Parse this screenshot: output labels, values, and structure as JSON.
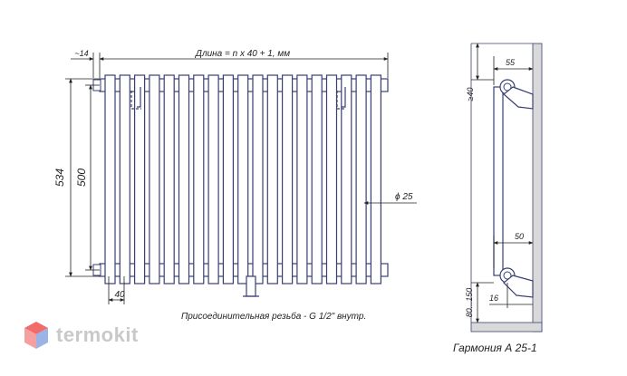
{
  "front_view": {
    "length_label": "Длина = n x 40 + 1, мм",
    "offset_label": "~14",
    "total_height_label": "534",
    "center_distance_label": "500",
    "section_pitch_label": "40",
    "tube_diameter_label": "ϕ 25",
    "thread_label": "Присоединительная резьба - G 1/2\" внутр."
  },
  "side_view": {
    "top_depth_label": "55",
    "top_gap_label": "≥40",
    "bottom_depth_label": "50",
    "bottom_offset_label": "16",
    "floor_gap_label": "80...150",
    "model_label": "Гармония  А 25-1"
  },
  "brand": {
    "name": "termokit"
  },
  "colors": {
    "line": "#3a3f73",
    "wall": "#d9d9d9",
    "logo_red": "#f26a6a",
    "logo_blue": "#9bb4e6"
  }
}
